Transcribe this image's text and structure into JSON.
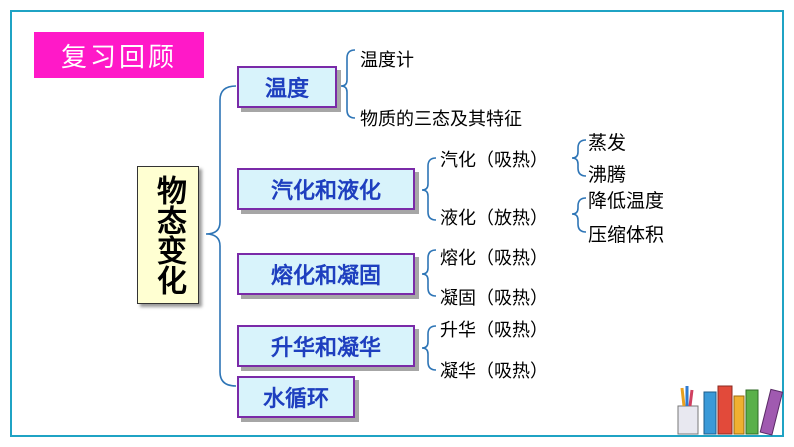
{
  "title": "复习回顾",
  "root": "物态变化",
  "categories": [
    "温度",
    "汽化和液化",
    "熔化和凝固",
    "升华和凝华",
    "水循环"
  ],
  "temperature_items": [
    "温度计",
    "物质的三态及其特征"
  ],
  "vaporization": {
    "evaporation": "汽化（吸热）",
    "evaporation_types": [
      "蒸发",
      "沸腾"
    ],
    "liquefaction": "液化（放热）",
    "liquefaction_methods": [
      "降低温度",
      "压缩体积"
    ]
  },
  "melting": [
    "熔化（吸热）",
    "凝固（吸热）"
  ],
  "sublimation": [
    "升华（吸热）",
    "凝华（吸热）"
  ]
}
